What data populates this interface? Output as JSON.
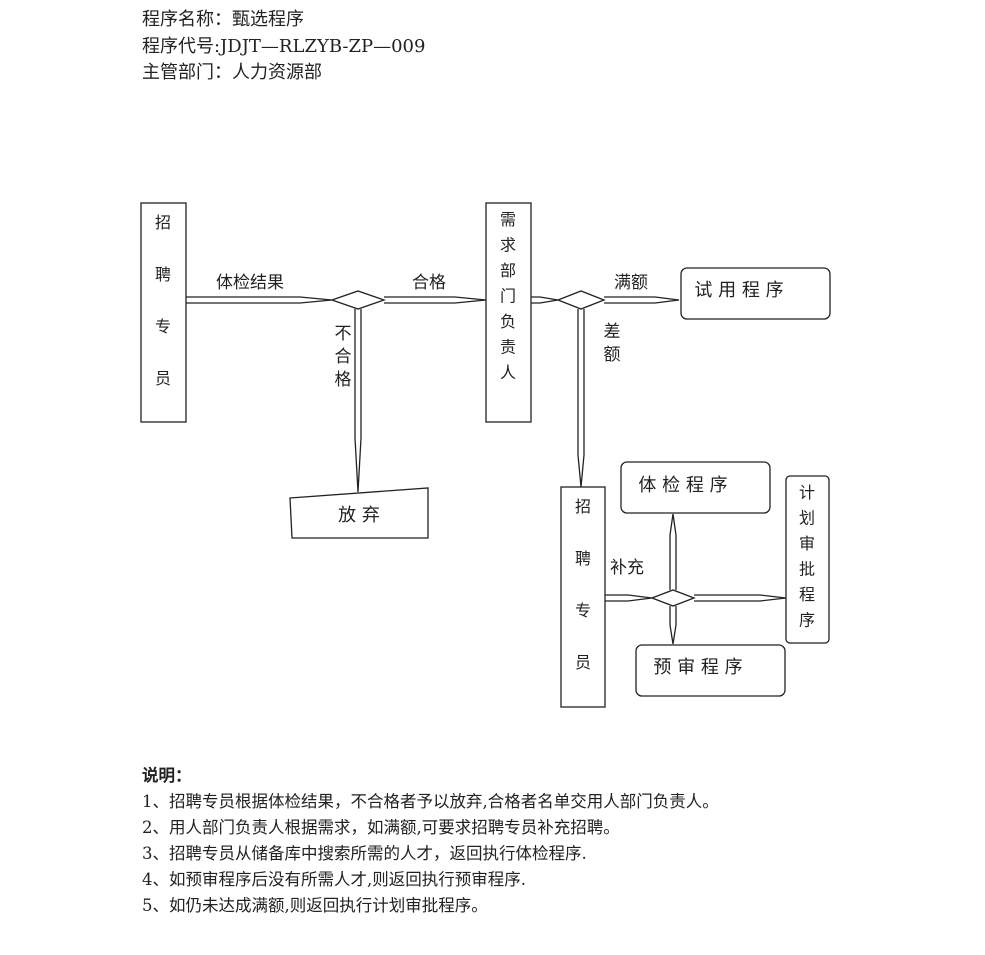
{
  "header": {
    "name_line": "程序名称：甄选程序",
    "code_line": "程序代号:JDJT—RLZYB-ZP—009",
    "dept_line": "主管部门：人力资源部"
  },
  "diagram": {
    "recruiter_1": [
      "招",
      "聘",
      "专",
      "员"
    ],
    "dept_head": [
      "需",
      "求",
      "部",
      "门",
      "负",
      "责",
      "人"
    ],
    "recruiter_2": [
      "招",
      "聘",
      "专",
      "员"
    ],
    "plan_approval": [
      "计",
      "划",
      "审",
      "批",
      "程",
      "序"
    ],
    "probation": "试 用 程 序",
    "abandon": "放 弃",
    "physical_exam": "体 检 程 序",
    "pre_review": "预 审 程 序",
    "label_exam_result": "体检结果",
    "label_pass": "合格",
    "label_fail": [
      "不",
      "合",
      "格"
    ],
    "label_full": "满额",
    "label_short": [
      "差",
      "额"
    ],
    "label_supplement": "补充"
  },
  "notes": {
    "title": "说明：",
    "items": [
      "1、招聘专员根据体检结果，不合格者予以放弃,合格者名单交用人部门负责人。",
      "2、用人部门负责人根据需求，如满额,可要求招聘专员补充招聘。",
      "3、招聘专员从储备库中搜索所需的人才，返回执行体检程序.",
      "4、如预审程序后没有所需人才,则返回执行预审程序.",
      "5、如仍未达成满额,则返回执行计划审批程序。"
    ]
  }
}
